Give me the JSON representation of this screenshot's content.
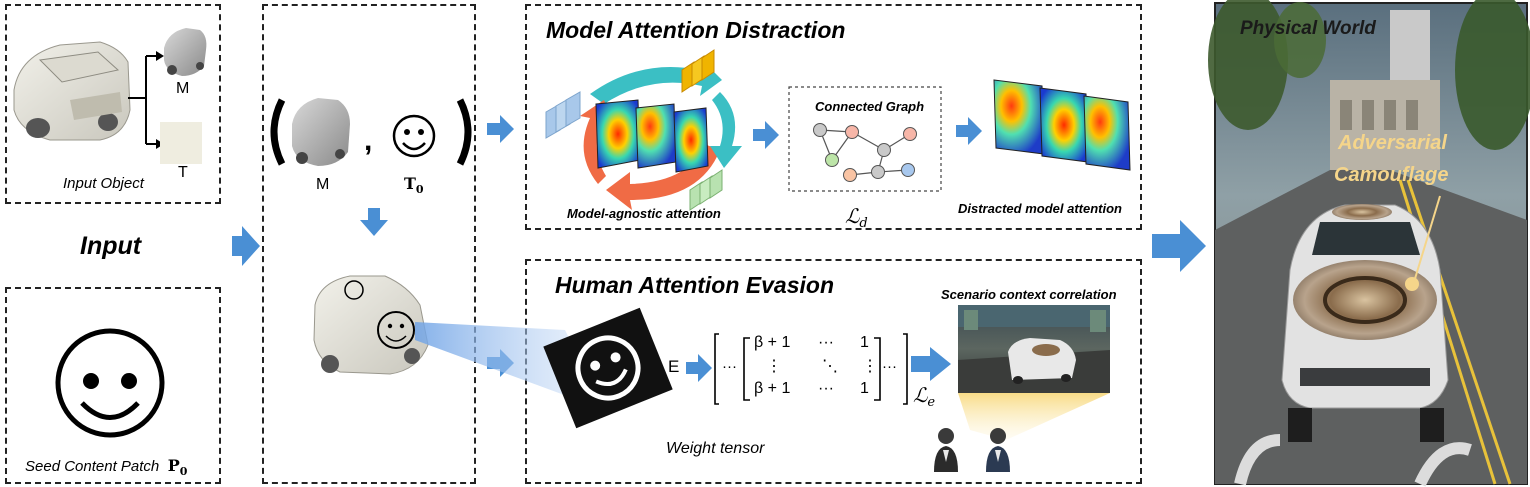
{
  "input_object": {
    "caption": "Input Object",
    "mesh_label": "M",
    "texture_label": "T"
  },
  "input_label": "Input",
  "seed_patch": {
    "caption": "Seed Content Patch",
    "symbol": "P",
    "subscript": "0"
  },
  "tuple": {
    "mesh_label": "M",
    "texture_symbol": "T",
    "texture_subscript": "0",
    "comma": ","
  },
  "distraction": {
    "title": "Model Attention Distraction",
    "agnostic_caption": "Model-agnostic attention",
    "graph_title": "Connected Graph",
    "loss_symbol": "ℒ",
    "loss_subscript": "d",
    "distracted_caption": "Distracted model attention"
  },
  "evasion": {
    "title": "Human Attention Evasion",
    "e_label": "E",
    "matrix": {
      "r1c1": "β + 1",
      "r1c2": "···",
      "r1c3": "1",
      "r2c1": "⋮",
      "r2c2": "⋱",
      "r2c3": "⋮",
      "r3c1": "β + 1",
      "r3c2": "···",
      "r3c3": "1",
      "left_dots": "···",
      "right_dots": "···"
    },
    "weight_caption": "Weight tensor",
    "loss_symbol": "ℒ",
    "loss_subscript": "e",
    "scenario_title": "Scenario context correlation"
  },
  "physical": {
    "title": "Physical World",
    "label_line1": "Adversarial",
    "label_line2": "Camouflage"
  },
  "colors": {
    "arrow": "#4a8fd4",
    "accent_label": "#f5d58a",
    "dashed_border": "#222222"
  }
}
